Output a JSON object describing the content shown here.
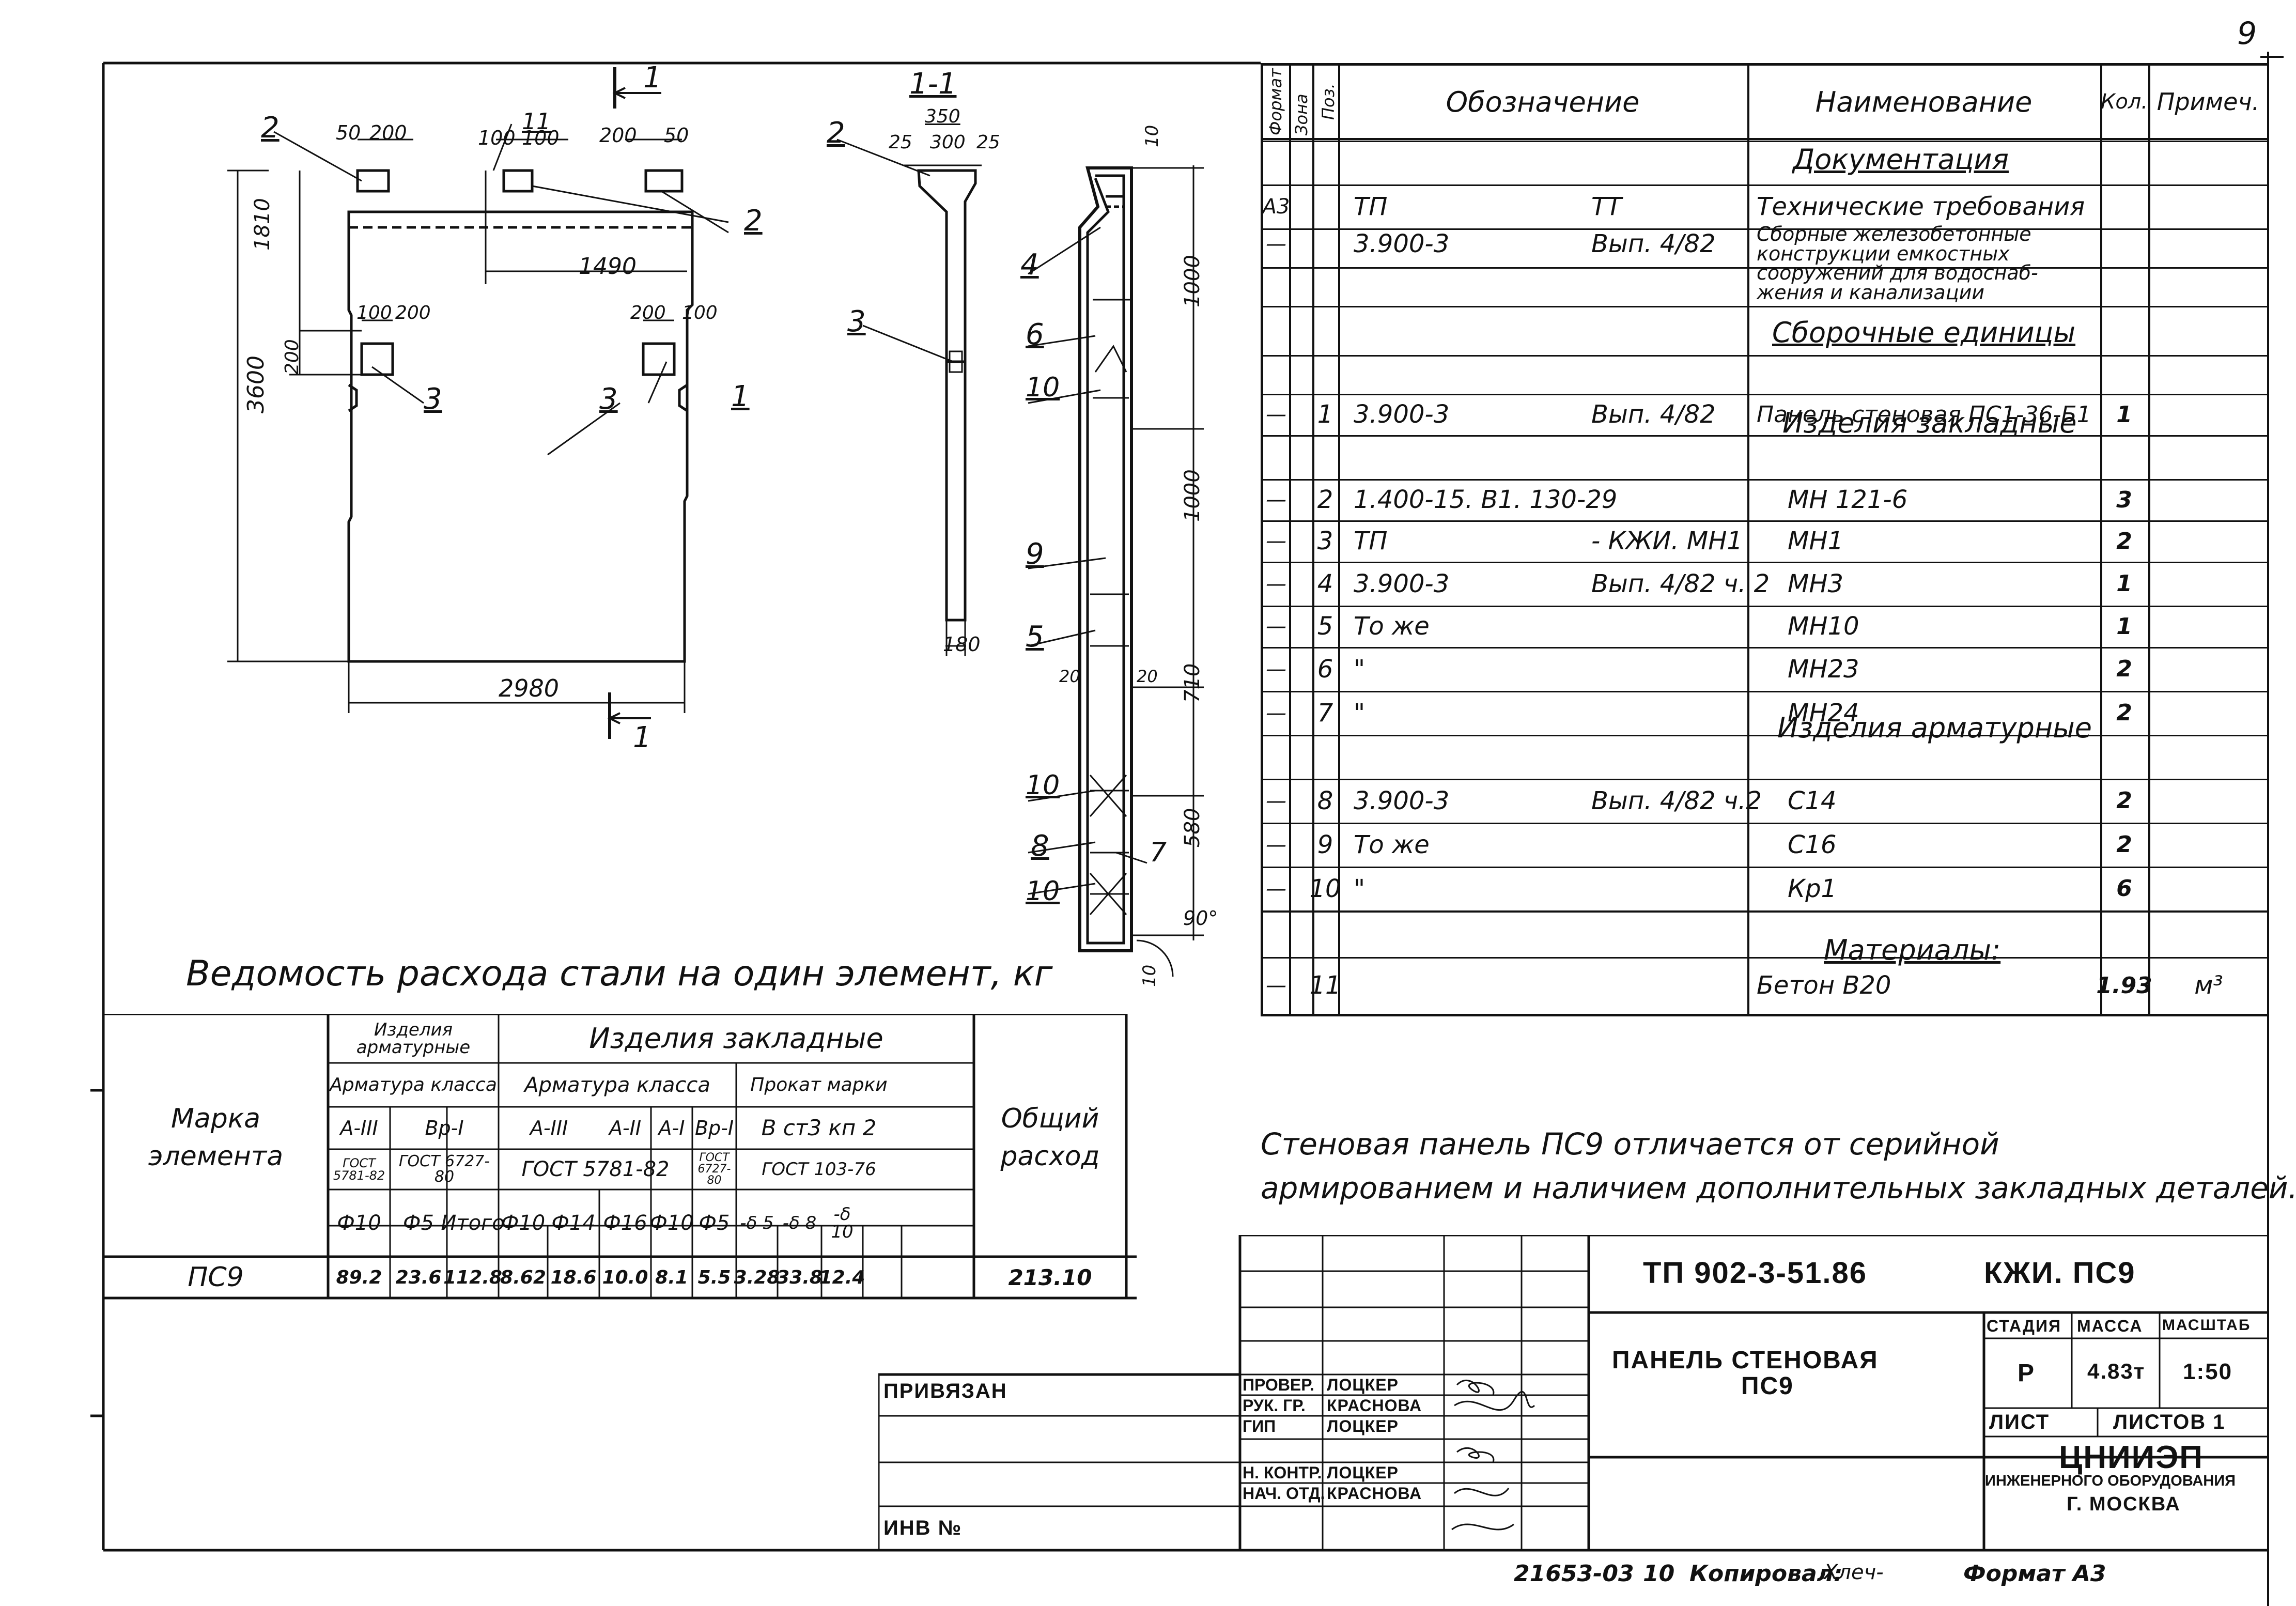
{
  "page_number": "9",
  "drawing": {
    "section_label_top": "1",
    "section_label_bottom": "1",
    "section_view_title": "1-1",
    "plan_dims": {
      "d50_left": "50",
      "d200_left": "200",
      "d11": "11",
      "d100_a": "100",
      "d100_b": "100",
      "d200_right": "200",
      "d50_right": "50",
      "d1810": "1810",
      "d1490": "1490",
      "d100_mid_l": "100",
      "d200_mid_l": "200",
      "d200_mid_r": "200",
      "d100_mid_r": "100",
      "d3600": "3600",
      "d200_v": "200",
      "d2980": "2980"
    },
    "plan_callouts": {
      "c2_left": "2",
      "c2_right": "2",
      "c3_left": "3",
      "c3_right": "3",
      "c1": "1"
    },
    "section_dims": {
      "d350": "350",
      "d25_l": "25",
      "d300": "300",
      "d25_r": "25",
      "d180": "180"
    },
    "section_callouts": {
      "c2": "2",
      "c3": "3"
    },
    "rebar_dims": {
      "d10_top": "10",
      "d1000_a": "1000",
      "d1000_b": "1000",
      "d710": "710",
      "d580": "580",
      "d20_l": "20",
      "d20_r": "20",
      "d90": "90°",
      "d10_bot": "10"
    },
    "rebar_callouts": {
      "c4": "4",
      "c6": "6",
      "c10_a": "10",
      "c9": "9",
      "c5": "5",
      "c10_b": "10",
      "c8": "8",
      "c10_c": "10",
      "c7": "7"
    }
  },
  "spec": {
    "headers": {
      "format": "Формат",
      "zone": "Зона",
      "pos": "Поз.",
      "designation": "Обозначение",
      "name": "Наименование",
      "qty": "Кол.",
      "note": "Примеч."
    },
    "sections": {
      "documentation": "Документация",
      "assemblies": "Сборочные единицы",
      "embedded": "Изделия закладные",
      "rebar": "Изделия арматурные",
      "materials": "Материалы:"
    },
    "rows": [
      {
        "format": "А3",
        "pos": "",
        "des_a": "ТП",
        "des_b": "ТТ",
        "name": "Технические требования",
        "qty": "",
        "note": ""
      },
      {
        "format": "—",
        "pos": "",
        "des_a": "3.900-3",
        "des_b": "Вып. 4/82",
        "name": "Сборные железобетонные конструкции емкостных",
        "qty": "",
        "note": ""
      },
      {
        "format": "",
        "pos": "",
        "des_a": "",
        "des_b": "",
        "name": "сооружений для водоснаб-жения и канализации",
        "qty": "",
        "note": ""
      },
      {
        "format": "—",
        "pos": "1",
        "des_a": "3.900-3",
        "des_b": "Вып. 4/82",
        "name": "Панель стеновая ПС1-36-Б1",
        "qty": "1",
        "note": ""
      },
      {
        "format": "—",
        "pos": "2",
        "des_a": "1.400-15. В1. 130-29",
        "des_b": "",
        "name": "МН 121-6",
        "qty": "3",
        "note": ""
      },
      {
        "format": "—",
        "pos": "3",
        "des_a": "ТП",
        "des_b": "- КЖИ. МН1",
        "name": "МН1",
        "qty": "2",
        "note": ""
      },
      {
        "format": "—",
        "pos": "4",
        "des_a": "3.900-3",
        "des_b": "Вып. 4/82 ч. 2",
        "name": "МН3",
        "qty": "1",
        "note": ""
      },
      {
        "format": "—",
        "pos": "5",
        "des_a": "То же",
        "des_b": "",
        "name": "МН10",
        "qty": "1",
        "note": ""
      },
      {
        "format": "—",
        "pos": "6",
        "des_a": "\"",
        "des_b": "",
        "name": "МН23",
        "qty": "2",
        "note": ""
      },
      {
        "format": "—",
        "pos": "7",
        "des_a": "\"",
        "des_b": "",
        "name": "МН24",
        "qty": "2",
        "note": ""
      },
      {
        "format": "—",
        "pos": "8",
        "des_a": "3.900-3",
        "des_b": "Вып. 4/82 ч.2",
        "name": "С14",
        "qty": "2",
        "note": ""
      },
      {
        "format": "—",
        "pos": "9",
        "des_a": "То же",
        "des_b": "",
        "name": "С16",
        "qty": "2",
        "note": ""
      },
      {
        "format": "—",
        "pos": "10",
        "des_a": "\"",
        "des_b": "",
        "name": "Кр1",
        "qty": "6",
        "note": ""
      },
      {
        "format": "—",
        "pos": "11",
        "des_a": "",
        "des_b": "",
        "name": "Бетон В20",
        "qty": "1.93",
        "note": "м³"
      }
    ]
  },
  "steel": {
    "title": "Ведомость расхода стали на один элемент, кг",
    "mark_header": "Марка элемента",
    "rebar_products": "Изделия арматурные",
    "embedded_products": "Изделия закладные",
    "total_header": "Общий расход",
    "rebar_class_a": "Арматура класса",
    "rebar_class_b": "Арматура класса",
    "rolled": "Прокат марки",
    "classes": [
      "А-III",
      "Вр-I",
      "А-III",
      "А-II",
      "А-I",
      "Вр-I",
      "В ст3 кп 2"
    ],
    "gosts": [
      "ГОСТ 5781-82",
      "ГОСТ 6727-80",
      "ГОСТ 5781-82",
      "ГОСТ 6727-80",
      "ГОСТ 103-76"
    ],
    "diams": [
      "Ф10",
      "Ф5",
      "Итого",
      "Ф10",
      "Ф14",
      "Ф16",
      "Ф10",
      "Ф5",
      "-δ 5",
      "-δ 8",
      "-δ 10",
      ""
    ],
    "row": {
      "mark": "ПС9",
      "values": [
        "89.2",
        "23.6",
        "112.8",
        "8.62",
        "18.6",
        "10.0",
        "8.1",
        "5.5",
        "3.28",
        "33.8",
        "12.4",
        ""
      ],
      "total": "213.10"
    }
  },
  "note": {
    "line1": "Стеновая панель ПС9 отличается от серийной",
    "line2": "армированием и наличием дополнительных закладных деталей."
  },
  "title_block": {
    "code": "ТП 902-3-51.86",
    "sheet_code": "КЖИ. ПС9",
    "name_line1": "ПАНЕЛЬ СТЕНОВАЯ",
    "name_line2": "ПС9",
    "stage_h": "СТАДИЯ",
    "mass_h": "МАССА",
    "scale_h": "МАСШТАБ",
    "stage": "Р",
    "mass": "4.83т",
    "scale": "1:50",
    "sheet": "ЛИСТ",
    "sheets": "ЛИСТОВ 1",
    "org1": "ЦНИИЭП",
    "org2": "ИНЖЕНЕРНОГО ОБОРУДОВАНИЯ",
    "org3": "Г. МОСКВА",
    "privyazan": "ПРИВЯЗАН",
    "inv": "ИНВ №",
    "roles": [
      {
        "role": "ПРОВЕР.",
        "name": "ЛОЦКЕР"
      },
      {
        "role": "РУК. ГР.",
        "name": "КРАСНОВА"
      },
      {
        "role": "ГИП",
        "name": "ЛОЦКЕР"
      },
      {
        "role": "Н. КОНТР.",
        "name": "ЛОЦКЕР"
      },
      {
        "role": "НАЧ. ОТД.",
        "name": "КРАСНОВА"
      }
    ]
  },
  "footer": {
    "number": "21653-03",
    "sheet_num": "10",
    "copied": "Копировал:",
    "copier": "Хлеч-",
    "format": "Формат А3"
  }
}
